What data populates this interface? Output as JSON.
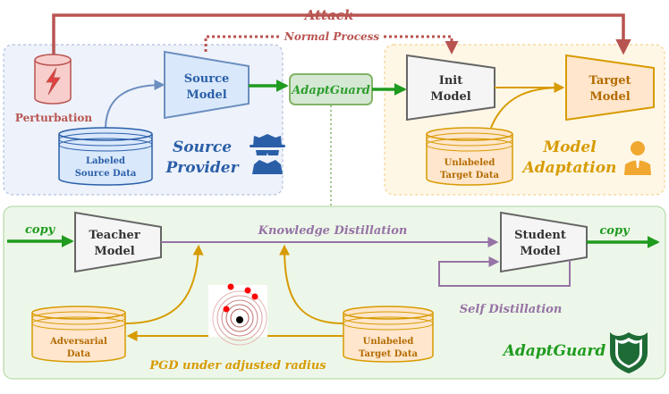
{
  "top": {
    "attack_label": "Attack",
    "normal_process_label": "Normal Process",
    "adaptguard_button_label": "AdaptGuard"
  },
  "source": {
    "perturbation_label": "Perturbation",
    "model_line1": "Source",
    "model_line2": "Model",
    "data_line1": "Labeled",
    "data_line2": "Source Data",
    "provider_line1": "Source",
    "provider_line2": "Provider"
  },
  "adaptation": {
    "init_line1": "Init",
    "init_line2": "Model",
    "target_line1": "Target",
    "target_line2": "Model",
    "data_line1": "Unlabeled",
    "data_line2": "Target Data",
    "title_line1": "Model",
    "title_line2": "Adaptation"
  },
  "bottom": {
    "copy_in_label": "copy",
    "copy_out_label": "copy",
    "teacher_line1": "Teacher",
    "teacher_line2": "Model",
    "student_line1": "Student",
    "student_line2": "Model",
    "kd_label": "Knowledge Distillation",
    "sd_label": "Self Distillation",
    "adv_line1": "Adversarial",
    "adv_line2": "Data",
    "unl_line1": "Unlabeled",
    "unl_line2": "Target Data",
    "pgd_label": "PGD under adjusted radius",
    "panel_title": "AdaptGuard"
  },
  "colors": {
    "attack": "#b85450",
    "source_blue": "#2a5fa8",
    "model_orange": "#d79b00",
    "guard_green": "#2e9e2e",
    "distill_purple": "#9673a6"
  }
}
